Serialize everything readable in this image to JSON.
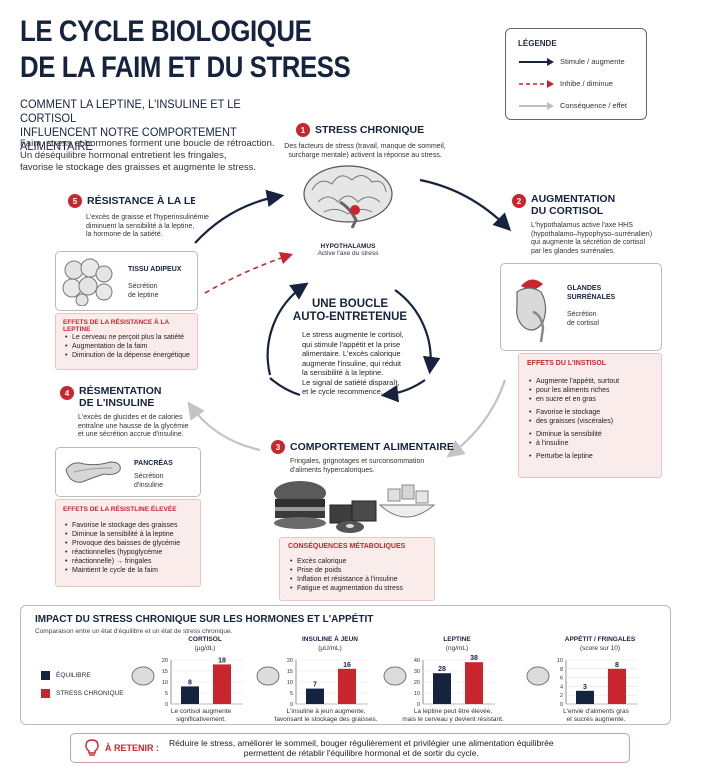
{
  "header": {
    "title_line1": "LE CYCLE BIOLOGIQUE",
    "title_line2": "DE LA FAIM ET DU STRESS",
    "subtitle_line1": "COMMENT LA LEPTINE, L'INSULINE ET LE CORTISOL",
    "subtitle_line2": "INFLUENCENT NOTRE COMPORTEMENT ALIMENTAIRE",
    "intro_line1": "Faim, stress et hormones forment une boucle de rétroaction.",
    "intro_line2": "Un déséquilibre hormonal entretient les fringales,",
    "intro_line3": "favorise le stockage des graisses et augmente le stress."
  },
  "legend": {
    "title": "LÉGENDE",
    "items": [
      {
        "label": "Stimule / augmente",
        "color": "#16233f",
        "style": "solid"
      },
      {
        "label": "Inhibe / diminue",
        "color": "#c8262c",
        "style": "dashed"
      },
      {
        "label": "Conséquence / effet",
        "color": "#bfbfbf",
        "style": "solid"
      }
    ]
  },
  "colors": {
    "navy": "#16233f",
    "red": "#c8262c",
    "grey": "#bfbfbf",
    "pink_bg": "#fbecec"
  },
  "step1": {
    "num": "1",
    "title": "STRESS CHRONIQUE",
    "text_line1": "Des facteurs de stress (travail, manque de sommeil,",
    "text_line2": "surcharge mentale) activent la réponse au stress.",
    "organ_icon": "brain-icon",
    "organ_label": "HYPOTHALAMUS",
    "organ_sub": "Active l'axe du stress"
  },
  "step2": {
    "num": "2",
    "title_line1": "AUGMENTATION",
    "title_line2": "DU CORTISOL",
    "text_line1": "L'hypothalamus active l'axe HHS",
    "text_line2": "(hypothalamo–hypophyso–surrénalien)",
    "text_line3": "qui augmente la sécrétion de cortisol",
    "text_line4": "par les glandes surrénales.",
    "organ_icon": "adrenal-gland-icon",
    "organ_label_line1": "GLANDES",
    "organ_label_line2": "SURRÉNALES",
    "organ_sub_line1": "Sécrétion",
    "organ_sub_line2": "de cortisol",
    "effects_title": "EFFETS DU L'INSTISOL",
    "effects": [
      "Augmente l'appétit, surtout",
      "pour les aliments riches",
      "en sucre et en gras",
      "Favorise le stockage",
      "des graisses (viscérales)",
      "Diminue la sensibilité",
      "à l'insuline",
      "Perturbe la leptine"
    ]
  },
  "step3": {
    "num": "3",
    "title": "COMPORTEMENT ALIMENTAIRE",
    "text_line1": "Fringales, grignotages et surconsommation",
    "text_line2": "d'aliments hypercaloriques.",
    "food_icon": "junk-food-icon",
    "effects_title": "CONSÉQUENCES MÉTABOLIQUES",
    "effects": [
      "Excès calorique",
      "Prise de poids",
      "Inflation et résistance à l'insuline",
      "Fatigue et augmentation du stress"
    ]
  },
  "step4": {
    "num": "4",
    "title_line1": "RÉSMENTATION",
    "title_line2": "DE L'INSULINE",
    "text_line1": "L'excès de glucides et de calories",
    "text_line2": "entraîne une hausse de la glycémie",
    "text_line3": "et une sécrétion accrue d'insuline.",
    "organ_icon": "pancreas-icon",
    "organ_label": "PANCRÉAS",
    "organ_sub_line1": "Sécrétion",
    "organ_sub_line2": "d'insuline",
    "effects_title": "EFFETS DE LA RÉSISTLINE ÉLEVÉE",
    "effects": [
      "Favorise le stockage des graisses",
      "Diminue la sensibilité à la leptine",
      "Provoque des baisses de glycémie",
      "réactionnelles (hypoglycémie",
      "réactionnelle) → fringales",
      "Maintient le cycle de la faim"
    ]
  },
  "step5": {
    "num": "5",
    "title": "RÉSISTANCE À LA LEPTINE",
    "text_line1": "L'excès de graisse et l'hyperinsulinémie",
    "text_line2": "diminuent la sensibilité à la leptine,",
    "text_line3": "la hormone de la satiété.",
    "organ_icon": "fat-cells-icon",
    "organ_label": "TISSU ADIPEUX",
    "organ_sub_line1": "Sécrétion",
    "organ_sub_line2": "de leptine",
    "effects_title": "EFFETS DE LA RÉSISTANCE À LA LEPTINE",
    "effects": [
      "Le cerveau ne perçoit plus la satiété",
      "Augmentation de la faim",
      "Diminution de la dépense énergétique"
    ]
  },
  "centre": {
    "title_line1": "UNE BOUCLE",
    "title_line2": "AUTO-ENTRETENUE",
    "lines": [
      "Le stress augmente le cortisol,",
      "qui stimule l'appétit et la prise",
      "alimentaire. L'excès calorique",
      "augmente l'insuline, qui réduit",
      "la sensibilité à la leptine.",
      "Le signal de satiété disparaît,",
      "et le cycle recommence."
    ]
  },
  "impact": {
    "title": "IMPACT DU STRESS CHRONIQUE SUR LES HORMONES ET L'APPÉTIT",
    "subtitle": "Comparaison entre un état d'équilibre et un état de stress chronique.",
    "legend_equilibre": "ÉQUILIBRE",
    "legend_stress": "STRESS CHRONIQUE",
    "charts": [
      {
        "icon": "brain-icon",
        "title": "CORTISOL",
        "unit": "(µg/dL)",
        "ticks": [
          "20",
          "15",
          "10",
          "5",
          "0"
        ],
        "ymax": 20,
        "values": [
          8,
          18
        ],
        "cap1": "Le cortisol augmente",
        "cap2": "significativement."
      },
      {
        "icon": "pancreas-icon",
        "title": "INSULINE À JEUN",
        "unit": "(µU/mL)",
        "ticks": [
          "20",
          "15",
          "10",
          "5",
          "0"
        ],
        "ymax": 20,
        "values": [
          7,
          16
        ],
        "cap1": "L'insuline à jeun augmente,",
        "cap2": "favorisant le stockage des graisses."
      },
      {
        "icon": "fat-cells-icon",
        "title": "LEPTINE",
        "unit": "(ng/mL)",
        "ticks": [
          "40",
          "30",
          "20",
          "10",
          "0"
        ],
        "ymax": 40,
        "values": [
          28,
          38
        ],
        "cap1": "La leptine peut être élevée,",
        "cap2": "mais le cerveau y devient résistant."
      },
      {
        "icon": "burger-icon",
        "title": "APPÉTIT / FRINGALES",
        "unit": "(score sur 10)",
        "ticks": [
          "10",
          "8",
          "6",
          "4",
          "2",
          "0"
        ],
        "ymax": 10,
        "values": [
          3,
          8
        ],
        "cap1": "L'envie d'aliments gras",
        "cap2": "et sucrés augmente."
      }
    ]
  },
  "retenir": {
    "icon": "lightbulb-icon",
    "label": "À RETENIR :",
    "line1": "Réduire le stress, améliorer le sommeil, bouger régulièrement et privilégier une alimentation équilibrée",
    "line2": "permettent de rétablir l'équilibre hormonal et de sortir du cycle."
  }
}
